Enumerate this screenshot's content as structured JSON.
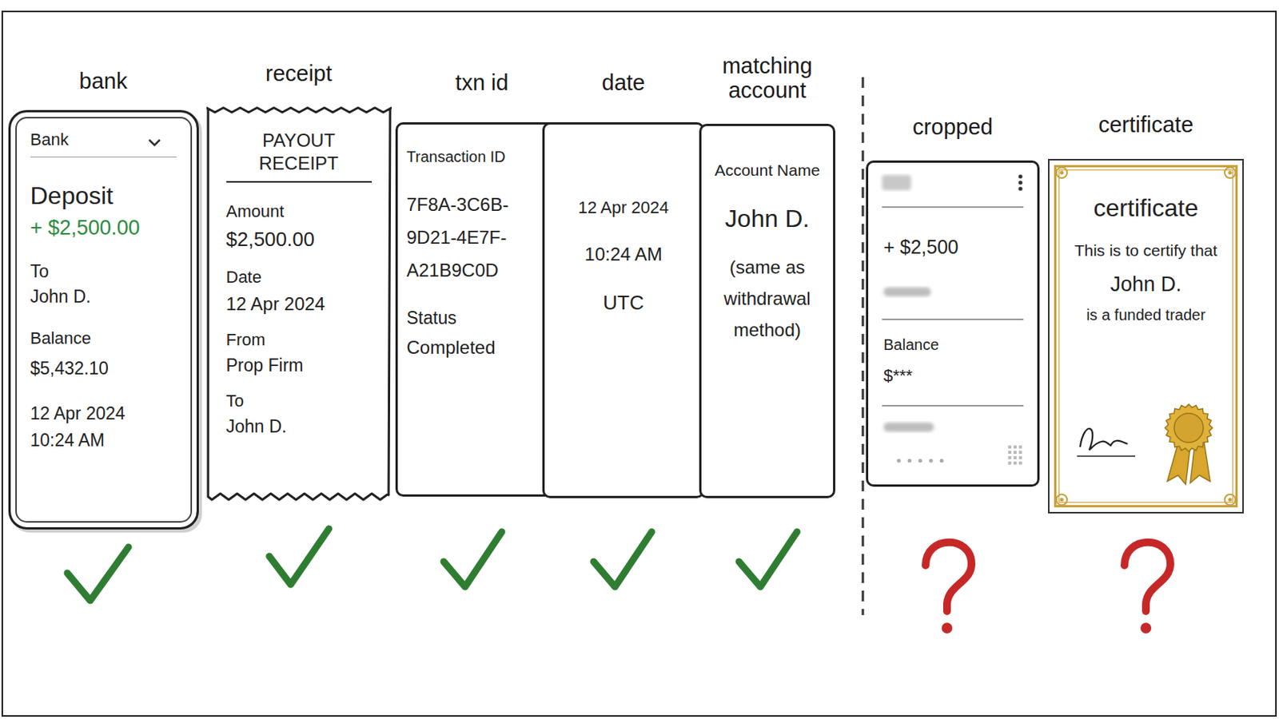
{
  "diagram": {
    "nodes": [
      {
        "text": [
          "bank",
          "Bank",
          "Deposit",
          "+ $2,500.00",
          "To",
          "John D.",
          "Balance",
          "$5,432.10",
          "12 Apr 2024",
          "10:24 AM"
        ]
      },
      {
        "text": [
          "receipt",
          "PAYOUT RECEIPT",
          "Amount",
          "$2,500.00",
          "Date",
          "12 Apr 2024",
          "From",
          "Prop Firm",
          "To",
          "John D."
        ]
      },
      {
        "text": [
          "txn id",
          "Transaction ID",
          "7F8A-3C6B- 9D21-4E7F- A21B9C0D",
          "Status",
          "Completed"
        ]
      },
      {
        "text": [
          "date",
          "12 Apr 2024",
          "10:24 AM",
          "UTC"
        ]
      },
      {
        "text": [
          "matching account",
          "Account Name",
          "John D.",
          "(same as withdrawal method)"
        ]
      },
      {
        "text": [
          "cropped",
          "+ $2,500",
          "Balance",
          "$***"
        ]
      },
      {
        "text": [
          "certificate",
          "certificate",
          "This is to certify that",
          "John D.",
          "is a funded trader"
        ]
      }
    ]
  }
}
